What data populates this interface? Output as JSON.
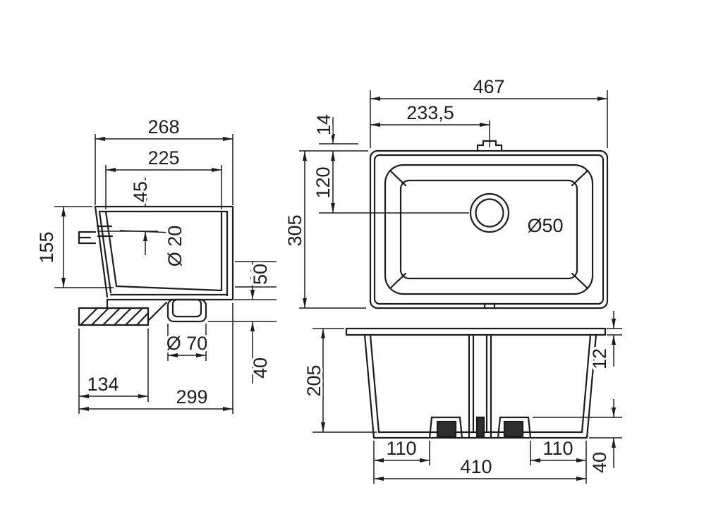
{
  "drawing": {
    "background_color": "#ffffff",
    "line_color": "#1d1d1b",
    "views": {
      "side": {
        "label": "side-section-view",
        "dims": {
          "overall_width": "268",
          "opening_width": "225",
          "overflow_offset": "45",
          "front_height": "155",
          "overflow_diameter": "Ø 20",
          "wall_to_floor": "50",
          "trap_diameter": "Ø 70",
          "trap_height": "40",
          "bracket_width": "134",
          "overall_depth": "299"
        }
      },
      "plan": {
        "label": "top-plan-view",
        "dims": {
          "overall_width": "467",
          "drain_center_offset": "233,5",
          "tab_depth": "14",
          "drain_edge_offset": "120",
          "overall_depth": "305",
          "drain_diameter": "Ø50"
        }
      },
      "front": {
        "label": "front-view",
        "dims": {
          "overall_height": "205",
          "rim_thickness": "12",
          "foot_inset_left": "110",
          "base_width": "410",
          "foot_inset_right": "110",
          "base_height": "40"
        }
      }
    }
  }
}
